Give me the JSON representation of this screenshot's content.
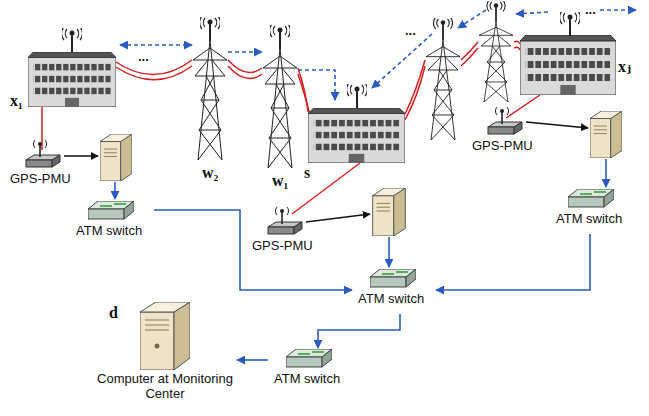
{
  "diagram": {
    "nodes": [
      {
        "text": [
          "x₁"
        ]
      },
      {
        "text": [
          "w₂"
        ]
      },
      {
        "text": [
          "w₁"
        ]
      },
      {
        "text": [
          "s"
        ]
      },
      {
        "text": [
          "xⱼ"
        ]
      },
      {
        "text": [
          "GPS-PMU"
        ]
      },
      {
        "text": [
          "GPS-PMU"
        ]
      },
      {
        "text": [
          "GPS-PMU"
        ]
      },
      {
        "text": [
          "ATM switch"
        ]
      },
      {
        "text": [
          "ATM switch"
        ]
      },
      {
        "text": [
          "ATM switch"
        ]
      },
      {
        "text": [
          "ATM switch"
        ]
      },
      {
        "text": [
          "d",
          "Computer at Monitoring Center"
        ]
      }
    ],
    "edges": [
      {
        "from": 0,
        "to": 1,
        "arrow": "both"
      },
      {
        "from": 1,
        "to": 2,
        "arrow": "to"
      },
      {
        "from": 2,
        "to": 3,
        "arrow": "to"
      },
      {
        "from": 8,
        "to": 9,
        "arrow": "to"
      },
      {
        "from": 10,
        "to": 9,
        "arrow": "to"
      },
      {
        "from": 9,
        "to": 11,
        "arrow": "to"
      },
      {
        "from": 11,
        "to": 12,
        "arrow": "to"
      }
    ],
    "labels": [
      "...",
      "...",
      "..."
    ]
  }
}
